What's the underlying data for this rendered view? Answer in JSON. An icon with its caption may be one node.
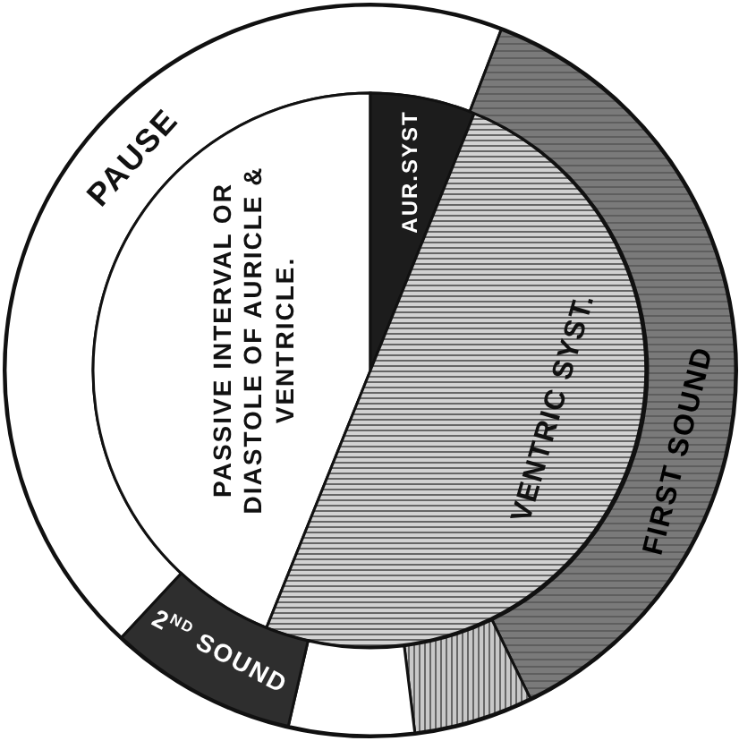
{
  "diagram": {
    "nodes": [
      {
        "text": [
          "PAUSE"
        ]
      },
      {
        "text": [
          "PASSIVE INTERVAL OR DIASTOLE OF AURICLE & VENTRICLE."
        ]
      },
      {
        "text": [
          "AUR.SYST"
        ]
      },
      {
        "text": [
          "VENTRIC SYST."
        ]
      },
      {
        "text": [
          "FIRST SOUND"
        ]
      },
      {
        "text": [],
        "shape": "band"
      },
      {
        "text": [],
        "shape": "band"
      },
      {
        "text": [
          "2$^{ND}$ SOUND"
        ]
      }
    ]
  }
}
